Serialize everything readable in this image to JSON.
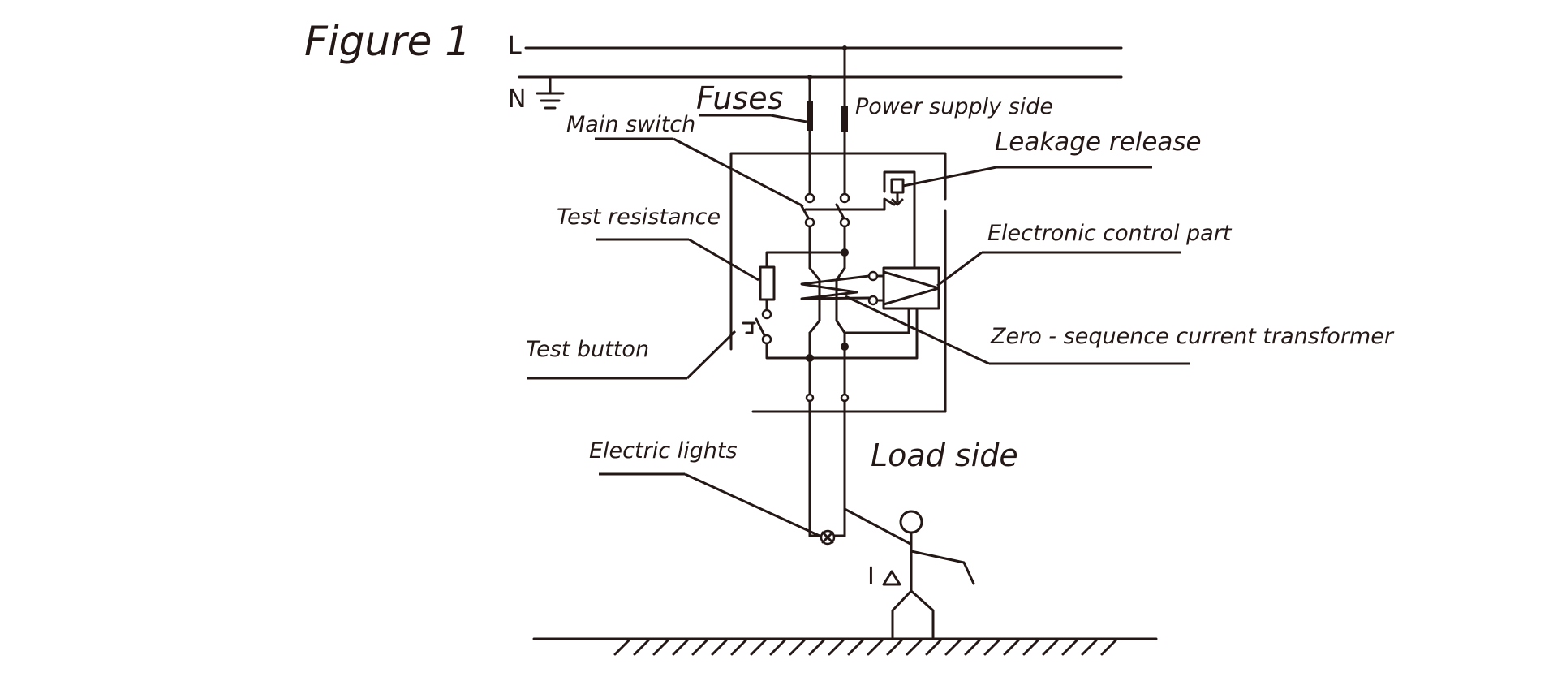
{
  "figure_title": "Figure 1",
  "lines": {
    "live": "L",
    "neutral": "N"
  },
  "labels": {
    "fuses": "Fuses",
    "power_supply_side": "Power supply side",
    "main_switch": "Main switch",
    "leakage_release": "Leakage release",
    "test_resistance": "Test resistance",
    "electronic_control_part": "Electronic control part",
    "test_button": "Test button",
    "zero_sequence_ct": "Zero - sequence current transformer",
    "electric_lights": "Electric lights",
    "load_side": "Load side",
    "leakage_current": "I"
  }
}
